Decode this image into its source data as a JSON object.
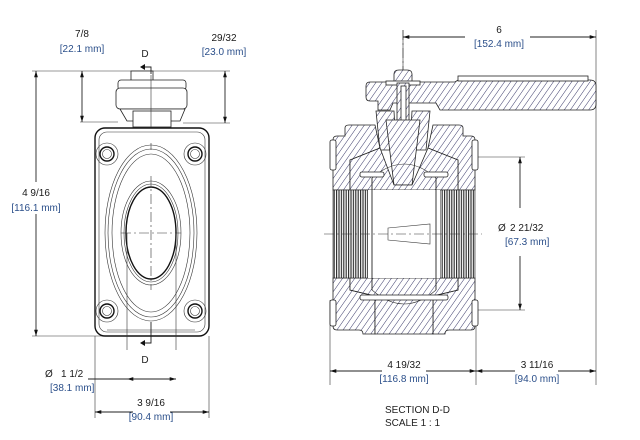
{
  "front_view": {
    "section_marker_top": "D",
    "section_marker_bottom": "D",
    "dims": {
      "handle_height_left": {
        "value": "7/8",
        "metric": "[22.1 mm]"
      },
      "handle_height_right": {
        "value": "29/32",
        "metric": "[23.0 mm]"
      },
      "overall_height": {
        "value": "4 9/16",
        "metric": "[116.1 mm]"
      },
      "bore_diameter": {
        "symbol": "Ø",
        "value": "1 1/2",
        "metric": "[38.1 mm]"
      },
      "body_width": {
        "value": "3 9/16",
        "metric": "[90.4 mm]"
      }
    }
  },
  "section_view": {
    "dims": {
      "handle_length": {
        "value": "6",
        "metric": "[152.4 mm]"
      },
      "port_diameter": {
        "symbol": "Ø",
        "value": "2 21/32",
        "metric": "[67.3 mm]"
      },
      "body_length": {
        "value": "4 19/32",
        "metric": "[116.8 mm]"
      },
      "handle_overhang": {
        "value": "3 11/16",
        "metric": "[94.0 mm]"
      }
    },
    "title": "SECTION D-D",
    "scale": "SCALE 1 : 1"
  },
  "colors": {
    "line": "#222222",
    "hatch": "#3a3a6a",
    "dim_text": "#1a1a1a",
    "metric_text_accent": "#2b4f8a"
  }
}
